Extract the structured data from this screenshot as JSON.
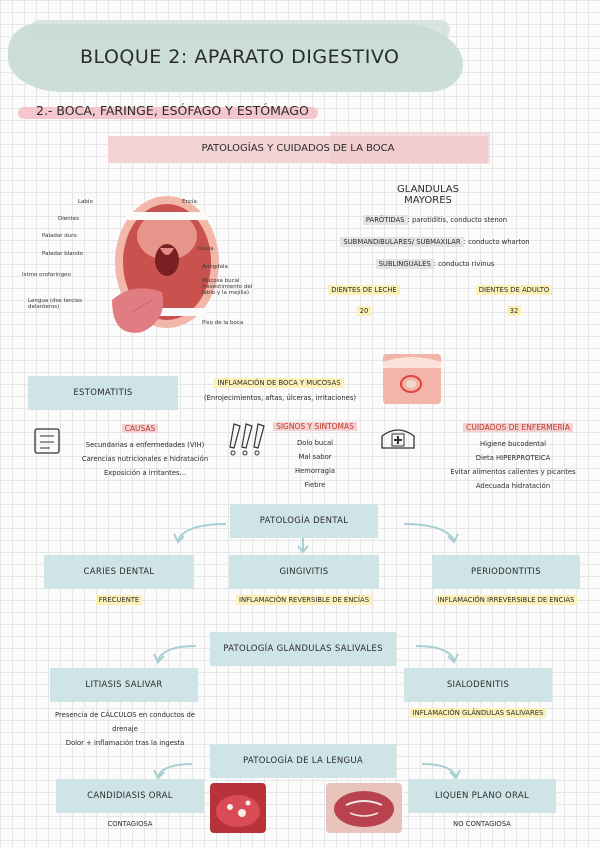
{
  "title": "BLOQUE 2: APARATO DIGESTIVO",
  "subtitle": "2.- BOCA, FARINGE, ESÓFAGO Y ESTÓMAGO",
  "section_mouth": "PATOLOGÍAS Y CUIDADOS DE LA BOCA",
  "diagram_labels": {
    "labio": "Labio",
    "encia": "Encía",
    "dientes": "Dientes",
    "paladar_duro": "Paladar duro",
    "paladar_blando": "Paladar blando",
    "istmo": "Istmo orofaringeo",
    "uvula": "Úvula",
    "amigdalas": "Amígdala",
    "lengua": "Lengua (dos tercios delanteros)",
    "mucosa": "Mucosa bucal (revestimiento del labio y la mejilla)",
    "piso": "Piso de la boca"
  },
  "glandulas": {
    "heading": "GLANDULAS MAYORES",
    "items": [
      {
        "name": "PARÓTIDAS",
        "desc": ": parotiditis, conducto stenon"
      },
      {
        "name": "SUBMANDIBULARES/ SUBMAXILAR",
        "desc": ": conducto wharton"
      },
      {
        "name": "SUBLINGUALES",
        "desc": ": conducto rivinus"
      }
    ]
  },
  "dientes": {
    "leche_label": "DIENTES DE LECHE",
    "leche_value": "20",
    "adulto_label": "DIENTES DE ADULTO",
    "adulto_value": "32"
  },
  "estomatitis": {
    "box": "ESTOMATITIS",
    "def_title": "INFLAMACIÓN DE BOCA Y MUCOSAS",
    "def_sub": "(Enrojecimientos, aftas, úlceras, irritaciones)",
    "causas_title": "CAUSAS",
    "causas": [
      "Secundarias a enfermedades (VIH)",
      "Carencias nutricionales e hidratación",
      "Exposición a irritantes..."
    ],
    "signos_title": "SIGNOS Y SINTOMAS",
    "signos": [
      "Dolo bucal",
      "Mal sabor",
      "Hemorragia",
      "Fiebre"
    ],
    "cuidados_title": "CUIDADOS DE ENFERMERÍA",
    "cuidados": [
      "Higiene bucodental",
      "Dieta HIPERPROTEICA",
      "Evitar alimentos calientes y picantes",
      "Adecuada hidratación"
    ]
  },
  "dental": {
    "box": "PATOLOGÍA DENTAL",
    "items": [
      {
        "name": "CARIES DENTAL",
        "note": "FRECUENTE"
      },
      {
        "name": "GINGIVITIS",
        "note": "INFLAMACIÓN REVERSIBLE DE ENCÍAS"
      },
      {
        "name": "PERIODONTITIS",
        "note": "INFLAMACIÓN IRREVERSIBLE DE ENCIAS"
      }
    ]
  },
  "salivales": {
    "box": "PATOLOGÍA GLÁNDULAS SALIVALES",
    "left_name": "LITIASIS SALIVAR",
    "left_notes": [
      "Presencia de CÁLCULOS en conductos de",
      "drenaje",
      "Dolor + inflamación tras la ingesta"
    ],
    "right_name": "SIALODENITIS",
    "right_note": "INFLAMACIÓN GLÁNDULAS SALIVARES"
  },
  "lengua": {
    "box": "PATOLOGÍA DE LA LENGUA",
    "left_name": "CANDIDIASIS ORAL",
    "left_note": "CONTAGIOSA",
    "right_name": "LIQUEN PLANO ORAL",
    "right_note": "NO CONTAGIOSA"
  },
  "colors": {
    "blue_box": "#cfe4e6",
    "pink": "#f3d2d4",
    "yellow": "#fbf1b8",
    "red_text": "#c0392b",
    "brush": "#c9dcd6"
  },
  "icons": [
    "notebook-icon",
    "exclamation-icon",
    "nurse-cap-icon",
    "curved-arrow-icon"
  ]
}
